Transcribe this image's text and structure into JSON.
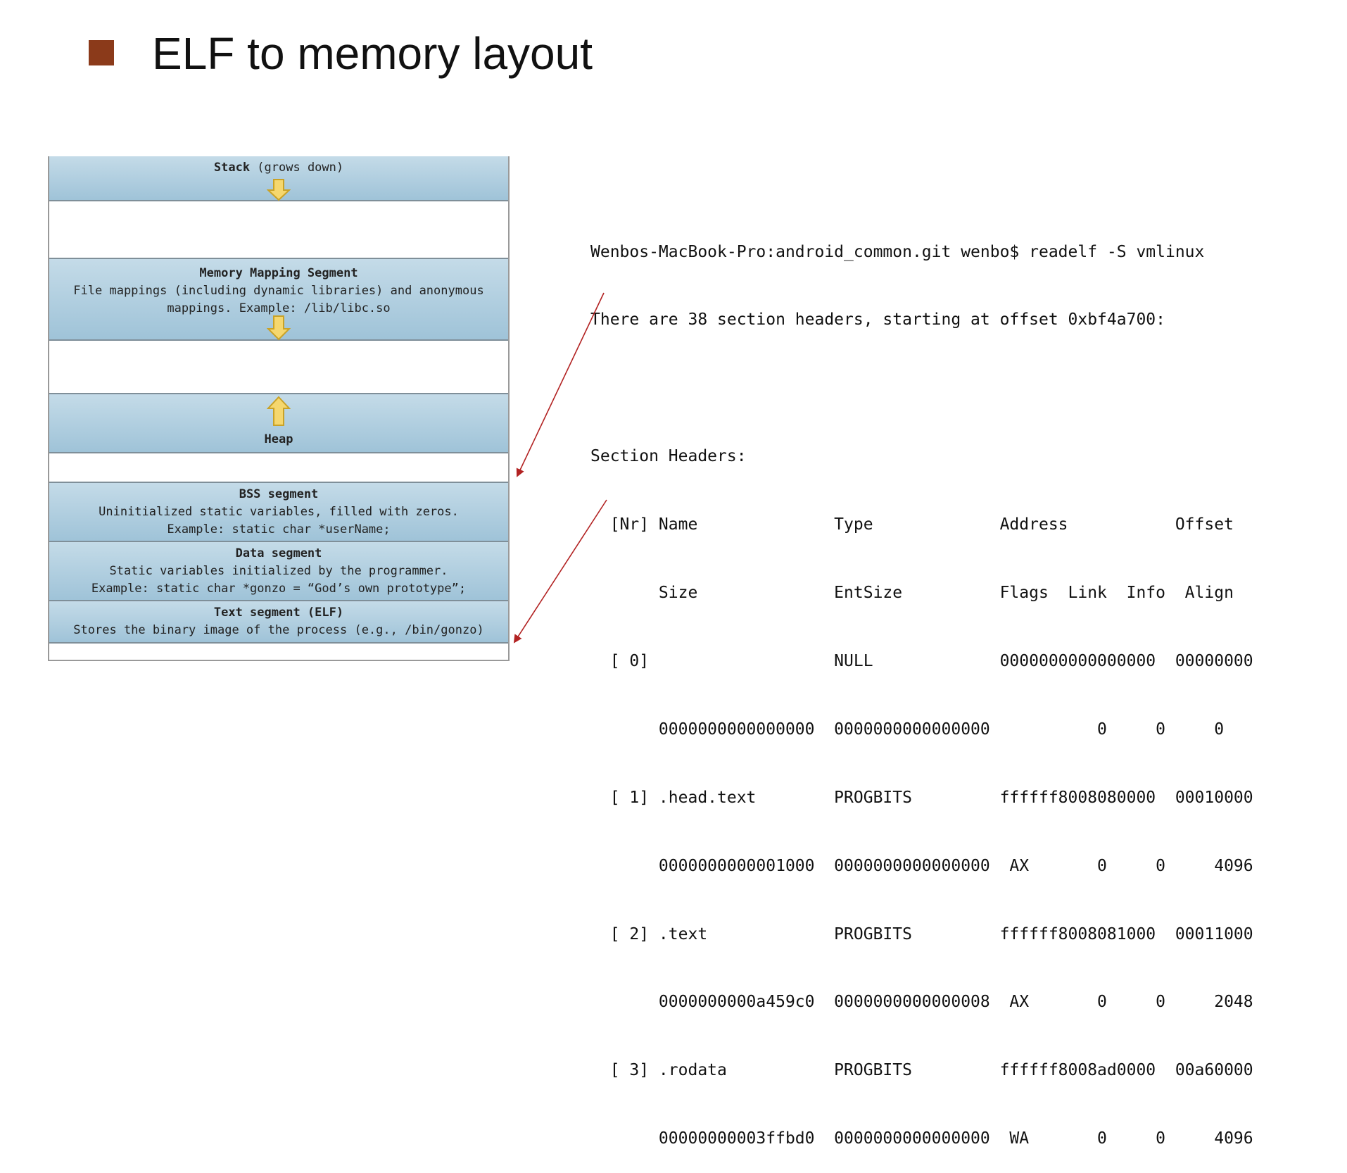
{
  "slide": {
    "title": "ELF to memory layout"
  },
  "memory_layout": {
    "stack": {
      "title": "Stack",
      "note": " (grows down)"
    },
    "mmap": {
      "title": "Memory Mapping Segment",
      "line1": "File mappings (including dynamic libraries) and anonymous",
      "line2": "mappings. Example: /lib/libc.so"
    },
    "heap": {
      "title": "Heap"
    },
    "bss": {
      "title": "BSS segment",
      "line1": "Uninitialized static variables, filled with zeros.",
      "line2": "Example: static char *userName;"
    },
    "data": {
      "title": "Data segment",
      "line1": "Static variables initialized by the programmer.",
      "line2": "Example: static char *gonzo = “God’s own prototype”;"
    },
    "text": {
      "title": "Text segment (ELF)",
      "line1": "Stores the binary image of the process (e.g., /bin/gonzo)"
    }
  },
  "readelf": {
    "lines": [
      "Wenbos-MacBook-Pro:android_common.git wenbo$ readelf -S vmlinux",
      "There are 38 section headers, starting at offset 0xbf4a700:",
      "",
      "Section Headers:",
      "  [Nr] Name              Type             Address           Offset",
      "       Size              EntSize          Flags  Link  Info  Align",
      "  [ 0]                   NULL             0000000000000000  00000000",
      "       0000000000000000  0000000000000000           0     0     0",
      "  [ 1] .head.text        PROGBITS         ffffff8008080000  00010000",
      "       0000000000001000  0000000000000000  AX       0     0     4096",
      "  [ 2] .text             PROGBITS         ffffff8008081000  00011000",
      "       0000000000a459c0  0000000000000008  AX       0     0     2048",
      "  [ 3] .rodata           PROGBITS         ffffff8008ad0000  00a60000",
      "       00000000003ffbd0  0000000000000000  WA       0     0     4096"
    ]
  },
  "colors": {
    "bullet": "#8b3a1a",
    "segment_fill": "#a9cade",
    "arrow_fill": "#f5d76e",
    "link_arrow": "#b22222"
  }
}
